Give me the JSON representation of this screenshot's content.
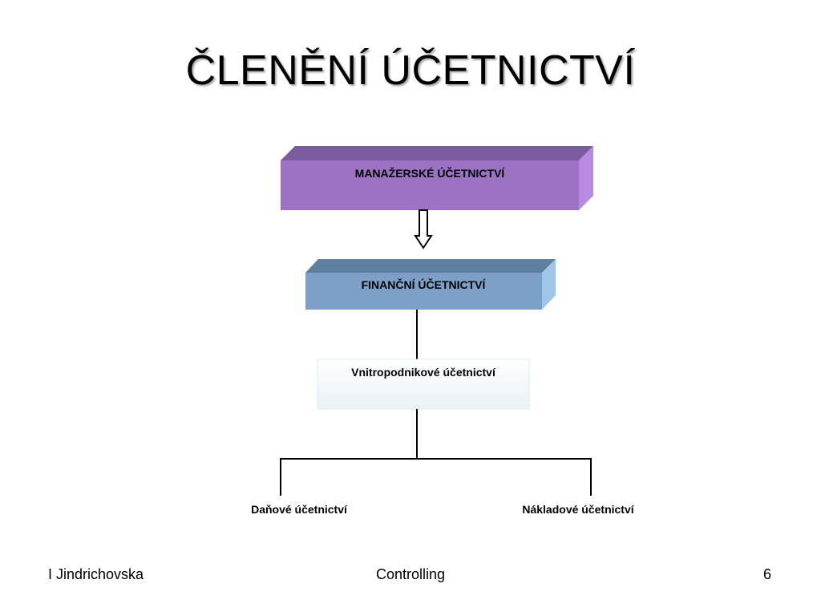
{
  "slide": {
    "title": "ČLENĚNÍ ÚČETNICTVÍ"
  },
  "diagram": {
    "top_box": {
      "label": "MANAŽERSKÉ ÚČETNICTVÍ",
      "color": "#9b72c4",
      "top_color": "#7c5a9e",
      "side_color": "#b98be0"
    },
    "middle_box": {
      "label": "FINANČNÍ ÚČETNICTVÍ",
      "color": "#7da0c8",
      "top_color": "#5f7f9f",
      "side_color": "#9ec6ea"
    },
    "inner_box": {
      "label": "Vnitropodnikové účetnictví",
      "fill_top": "#ffffff",
      "fill_bottom": "#e8f2f6"
    },
    "leaves": [
      {
        "label": "Daňové účetnictví"
      },
      {
        "label": "Nákladové účetnictví"
      }
    ]
  },
  "footer": {
    "author": "I Jindrichovska",
    "subject": "Controlling",
    "page_number": "6"
  }
}
